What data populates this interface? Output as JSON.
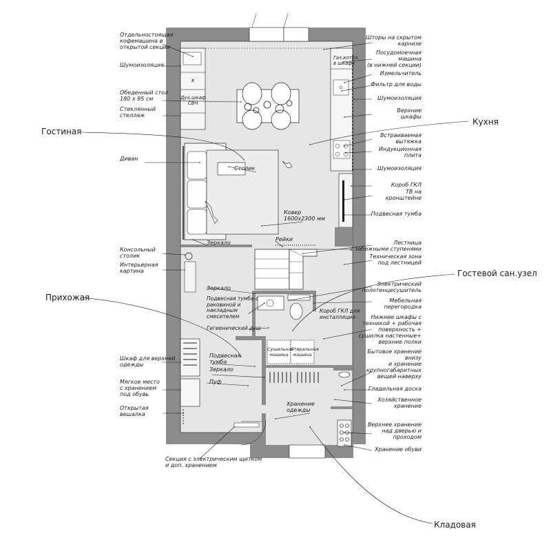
{
  "colors": {
    "wall": "#8c8c8c",
    "floor": "#e6e6e6",
    "line": "#1a1a1a",
    "furniture": "#f5f5f5"
  },
  "rooms": {
    "living": "Гостиная",
    "kitchen": "Кухня",
    "hallway": "Прихожая",
    "guest_wc": "Гостевой сан.узел",
    "pantry": "Кладовая"
  },
  "left_labels": {
    "coffee": "Отдельностоящая\nкофемашина в\nоткрытой секции",
    "noise1": "Шумоизоляция",
    "table": "Обеденный стол\n180 х 95 см",
    "glass": "Стеклянный\nстеллаж",
    "sofa": "Диван",
    "console": "Консольный\nстолик",
    "picture": "Интерьерная\nкартина",
    "wardrobe": "Шкаф для верхней\nодежды",
    "soft": "Мягкое место\nс хранением\nпод обувь",
    "hanger": "Открытая\nвешалка"
  },
  "right_labels": {
    "curtains": "Шторы на скрытом\nкарнизе",
    "dishwasher": "Посудомоечная\nмашина\n(в нижней секции)",
    "grinder": "Измельчитель",
    "filter": "Фильтр для воды",
    "noise2": "Шумоизоляция",
    "upper": "Верхние\nшкафы",
    "hood": "Встраиваемая\nвытяжка",
    "hob": "Индукционная\nплита",
    "noise3": "Шумоизоляция",
    "gkl": "Короб ГКЛ",
    "tv": "ТВ на\nкронштейне",
    "hanging": "Подвесная тумба",
    "stairs": "Лестница\nс забежными ступенями",
    "techzone": "Техническая зона\nпод лестницей",
    "towel": "Электрический\nполотенцесушитель",
    "partition": "Мебельная\nперегородка",
    "lower": "Нижние шкафы с\nтехникой + рабочая\nповерхность +\nсушилка настенные+\nверхние полки",
    "household": "Бытовое хранение\nвнизу\nи хранение\nкрупногабаритных\nвещей наверху",
    "ironing": "Гладильная доска",
    "hozstorage": "Хозяйственное\nхранение",
    "upperstorage": "Верхнее хранение\nнад дверью и\nпроходом",
    "shoes": "Хранение обуви"
  },
  "inner_labels": {
    "boiler": "Газ.котел\nв шкафу",
    "oven": "Дух.шкаф\nСВЧ",
    "coffee_table": "Столик",
    "carpet": "Ковер\n1600х2300 мм",
    "mirror1": "Зеркало",
    "rails": "Рейки",
    "mirror2": "Зеркало",
    "vanity": "Подвесная тумба с\nраковиной и\nнакладным\nсмесителем",
    "shower": "Гигиенический душ",
    "gkl_install": "Короб ГКЛ для\nинсталляции",
    "dryer": "Сушильная\nмашина",
    "washer": "Стиральная\nмашина",
    "hall_cabinet": "Подвесная\nтумба",
    "mirror3": "Зеркало",
    "pouf": "Пуф",
    "clothes": "Хранение\nодежды",
    "panel": "Секция с электрическим щитком\nи доп. хранением",
    "x_mark": "х"
  }
}
